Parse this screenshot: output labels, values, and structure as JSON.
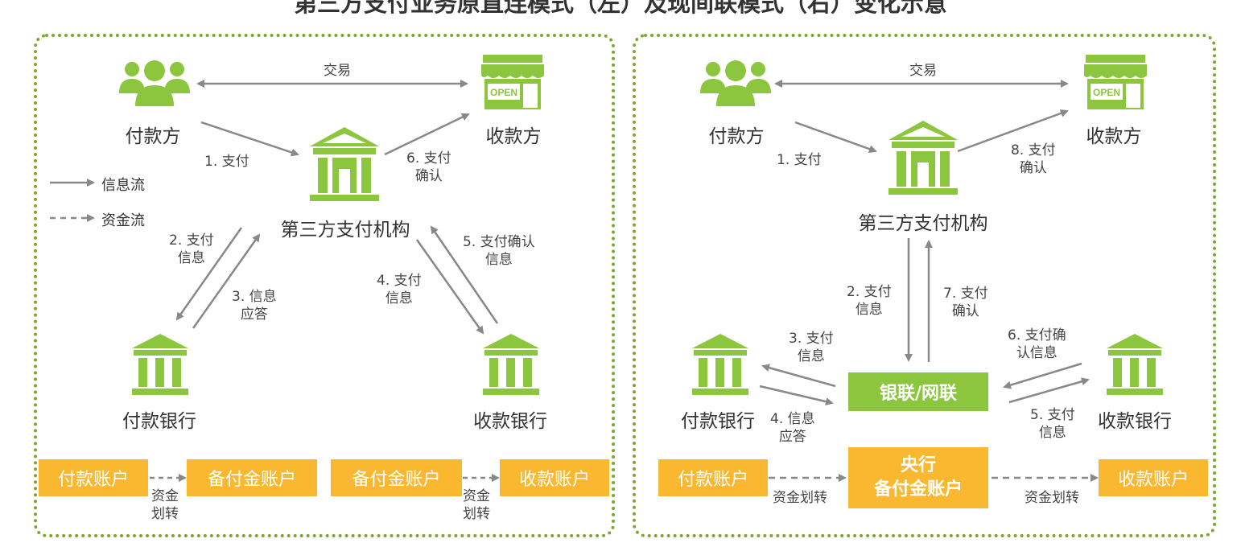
{
  "title": "第三方支付业务原直连模式（左）及现间联模式（右）变化示意",
  "colors": {
    "green": "#8cc63f",
    "orange": "#f9b82f",
    "dotted_border": "#7ba72c",
    "arrow": "#888888"
  },
  "legend": {
    "info_flow": "信息流",
    "fund_flow": "资金流"
  },
  "left": {
    "trade": "交易",
    "payer": "付款方",
    "payee": "收款方",
    "third_party": "第三方支付机构",
    "payer_bank": "付款银行",
    "payee_bank": "收款银行",
    "steps": {
      "s1": "1. 支付",
      "s2a": "2. 支付",
      "s2b": "信息",
      "s3a": "3. 信息",
      "s3b": "应答",
      "s4a": "4. 支付",
      "s4b": "信息",
      "s5a": "5. 支付确认",
      "s5b": "信息",
      "s6a": "6. 支付",
      "s6b": "确认"
    },
    "accounts": {
      "payer_account": "付款账户",
      "reserve_account_1": "备付金账户",
      "reserve_account_2": "备付金账户",
      "payee_account": "收款账户"
    },
    "transfer_a": "资金",
    "transfer_b": "划转"
  },
  "right": {
    "trade": "交易",
    "payer": "付款方",
    "payee": "收款方",
    "third_party": "第三方支付机构",
    "payer_bank": "付款银行",
    "payee_bank": "收款银行",
    "netunion": "银联/网联",
    "steps": {
      "s1": "1. 支付",
      "s2a": "2. 支付",
      "s2b": "信息",
      "s3a": "3. 支付",
      "s3b": "信息",
      "s4a": "4. 信息",
      "s4b": "应答",
      "s5a": "5. 支付",
      "s5b": "信息",
      "s6a": "6. 支付确",
      "s6b": "认信息",
      "s7a": "7. 支付",
      "s7b": "确认",
      "s8a": "8. 支付",
      "s8b": "确认"
    },
    "accounts": {
      "payer_account": "付款账户",
      "central_line1": "央行",
      "central_line2": "备付金账户",
      "payee_account": "收款账户"
    },
    "transfer_1": "资金划转",
    "transfer_2": "资金划转"
  }
}
